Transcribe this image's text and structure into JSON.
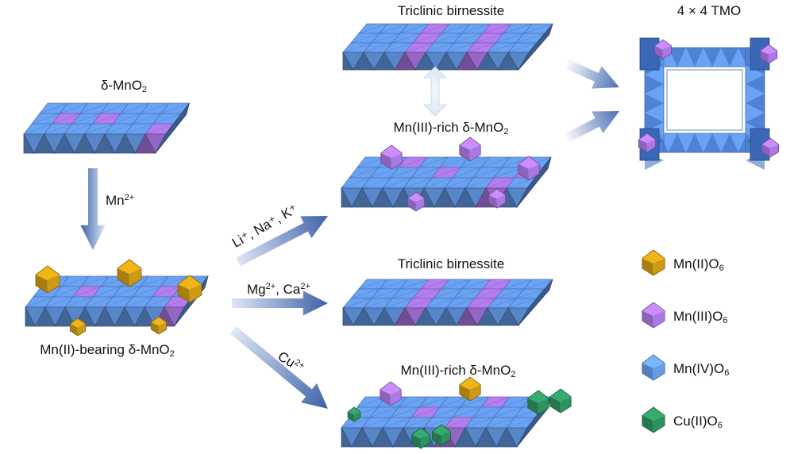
{
  "colors": {
    "mn4": "#6aa3f5",
    "mn4_dark": "#3a67b8",
    "mn3": "#b57ef0",
    "mn3_dark": "#7e45c4",
    "mn2": "#d8a214",
    "mn2_dark": "#8f6a0a",
    "cu2": "#2f9a63",
    "cu2_dark": "#1b6a41",
    "arrow_top": "#d6e0f2",
    "arrow_bottom": "#3d62a8"
  },
  "labels": {
    "delta_mno2": {
      "prefix": "δ-MnO",
      "sub": "2"
    },
    "mn2_reagent": {
      "text": "Mn",
      "sup": "2+"
    },
    "mn2_bearing": {
      "prefix": "Mn(II)-bearing δ-MnO",
      "sub": "2"
    },
    "tric_top": "Triclinic birnessite",
    "mn3_rich_top": {
      "prefix": "Mn(III)-rich δ-MnO",
      "sub": "2"
    },
    "tmo": "4 × 4 TMO",
    "alkali": "Li⁺, Na⁺, K⁺",
    "alkaline_earth": {
      "a": "Mg",
      "a_sup": "2+",
      "b": ", Ca",
      "b_sup": "2+"
    },
    "tric_mid": "Triclinic birnessite",
    "copper": {
      "text": "Cu",
      "sup": "2+"
    },
    "mn3_rich_bottom": {
      "prefix": "Mn(III)-rich δ-MnO",
      "sub": "2"
    }
  },
  "legend": [
    {
      "name": "legend-mn2",
      "prefix": "Mn(II)O",
      "sub": "6",
      "color_key": "mn2"
    },
    {
      "name": "legend-mn3",
      "prefix": "Mn(III)O",
      "sub": "6",
      "color_key": "mn3"
    },
    {
      "name": "legend-mn4",
      "prefix": "Mn(IV)O",
      "sub": "6",
      "color_key": "mn4"
    },
    {
      "name": "legend-cu2",
      "prefix": "Cu(II)O",
      "sub": "6",
      "color_key": "cu2"
    }
  ]
}
